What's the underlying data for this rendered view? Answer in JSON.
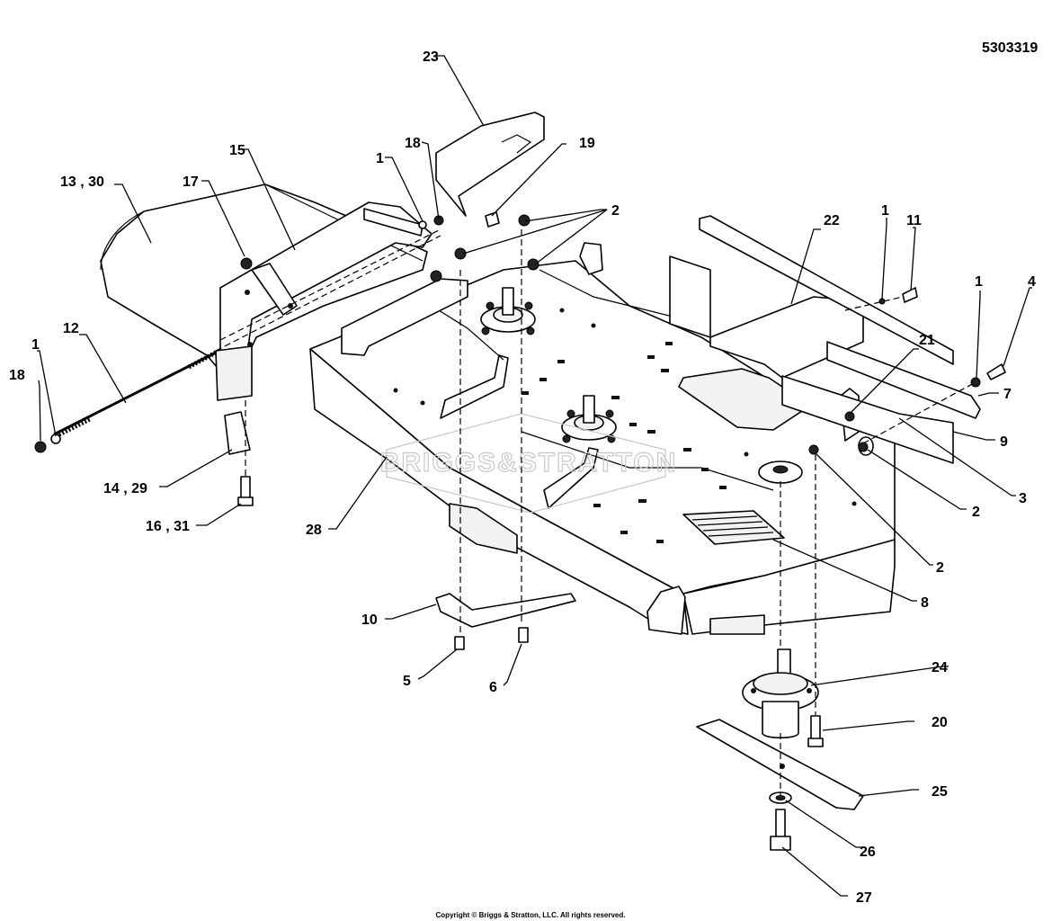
{
  "document_number": "5303319",
  "copyright": "Copyright © Briggs & Stratton, LLC. All rights reserved.",
  "watermark": "BRIGGS&STRATTON",
  "callouts": [
    {
      "text": "23"
    },
    {
      "text": "18"
    },
    {
      "text": "19"
    },
    {
      "text": "15"
    },
    {
      "text": "1"
    },
    {
      "text": "13 , 30"
    },
    {
      "text": "17"
    },
    {
      "text": "2"
    },
    {
      "text": "22"
    },
    {
      "text": "1"
    },
    {
      "text": "11"
    },
    {
      "text": "1"
    },
    {
      "text": "4"
    },
    {
      "text": "12"
    },
    {
      "text": "21"
    },
    {
      "text": "1"
    },
    {
      "text": "7"
    },
    {
      "text": "18"
    },
    {
      "text": "9"
    },
    {
      "text": "14 , 29"
    },
    {
      "text": "3"
    },
    {
      "text": "2"
    },
    {
      "text": "16 , 31"
    },
    {
      "text": "28"
    },
    {
      "text": "2"
    },
    {
      "text": "8"
    },
    {
      "text": "10"
    },
    {
      "text": "5"
    },
    {
      "text": "6"
    },
    {
      "text": "24"
    },
    {
      "text": "20"
    },
    {
      "text": "25"
    },
    {
      "text": "26"
    },
    {
      "text": "27"
    }
  ]
}
